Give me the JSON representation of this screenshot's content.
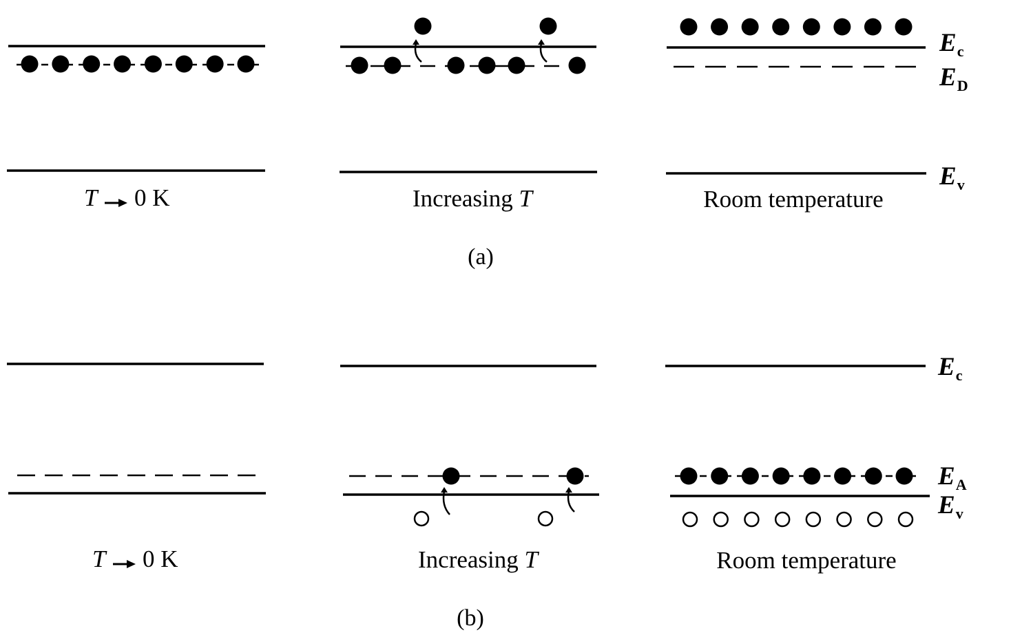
{
  "panel_a": {
    "caption": "(a)",
    "col1_label": {
      "var": "T",
      "rest": "0 K"
    },
    "col2_label": {
      "text": "Increasing ",
      "var": "T"
    },
    "col3_label": "Room temperature",
    "level_labels": {
      "ec": {
        "main": "E",
        "sub": "c"
      },
      "ed": {
        "main": "E",
        "sub": "D"
      },
      "ev": {
        "main": "E",
        "sub": "v"
      }
    }
  },
  "panel_b": {
    "caption": "(b)",
    "col1_label": {
      "var": "T",
      "rest": "0 K"
    },
    "col2_label": {
      "text": "Increasing ",
      "var": "T"
    },
    "col3_label": "Room temperature",
    "level_labels": {
      "ec": {
        "main": "E",
        "sub": "c"
      },
      "ea": {
        "main": "E",
        "sub": "A"
      },
      "ev": {
        "main": "E",
        "sub": "v"
      }
    }
  },
  "counts": {
    "a_col1_donor_electrons": 8,
    "a_col2_donor_electrons": 6,
    "a_col2_conduction_electrons": 2,
    "a_col3_conduction_electrons": 8,
    "b_col2_acceptor_electrons": 2,
    "b_col2_holes": 2,
    "b_col3_acceptor_electrons": 8,
    "b_col3_holes": 8
  },
  "colors": {
    "ink": "#000000",
    "paper": "#ffffff"
  }
}
